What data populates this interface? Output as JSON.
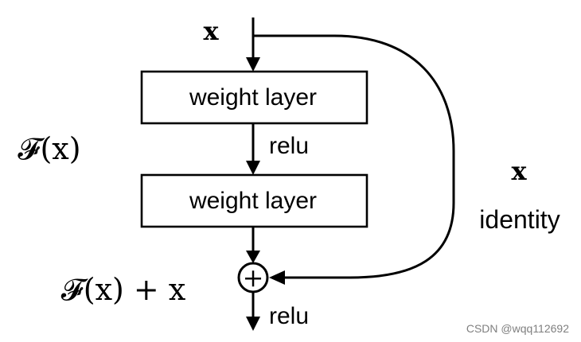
{
  "diagram": {
    "input_label": "x",
    "layer1_label": "weight layer",
    "layer2_label": "weight layer",
    "relu_mid_label": "relu",
    "relu_out_label": "relu",
    "residual_fn": "𝓕(x)",
    "output_expr": "𝓕(x) + x",
    "identity_x": "x",
    "identity_label": "identity",
    "sum_symbol": "+"
  },
  "watermark": "CSDN @wqq112692",
  "colors": {
    "stroke": "#000000",
    "background": "#ffffff",
    "watermark": "#7f7f7f"
  }
}
